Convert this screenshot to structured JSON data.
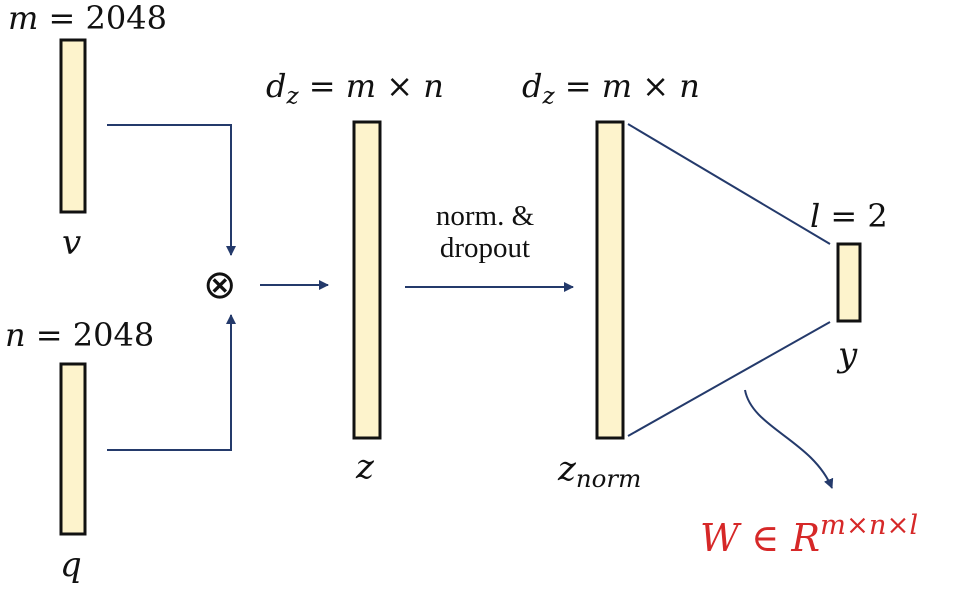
{
  "colors": {
    "vector_fill": "#fdf3cc",
    "vector_stroke": "#111111",
    "arrow": "#243a6b",
    "weights_text": "#d62828"
  },
  "labels": {
    "v_dim": {
      "sym": "m",
      "eq": "=",
      "val": "2048"
    },
    "q_dim": {
      "sym": "n",
      "eq": "=",
      "val": "2048"
    },
    "v": "v",
    "q": "q",
    "outer_product": "⊗",
    "z_dim": {
      "base": "d",
      "sub": "z",
      "eq": "=",
      "expr": "m × n"
    },
    "znorm_dim": {
      "base": "d",
      "sub": "z",
      "eq": "=",
      "expr": "m × n"
    },
    "z": "z",
    "z_norm": {
      "base": "z",
      "sub": "norm"
    },
    "norm_dropout": {
      "line1": "norm. &",
      "line2": "dropout"
    },
    "y_dim": {
      "sym": "l",
      "eq": "=",
      "val": "2"
    },
    "y": "y",
    "weights": {
      "sym": "W",
      "in": "∈",
      "set": "R",
      "sup": "m×n×l"
    }
  }
}
